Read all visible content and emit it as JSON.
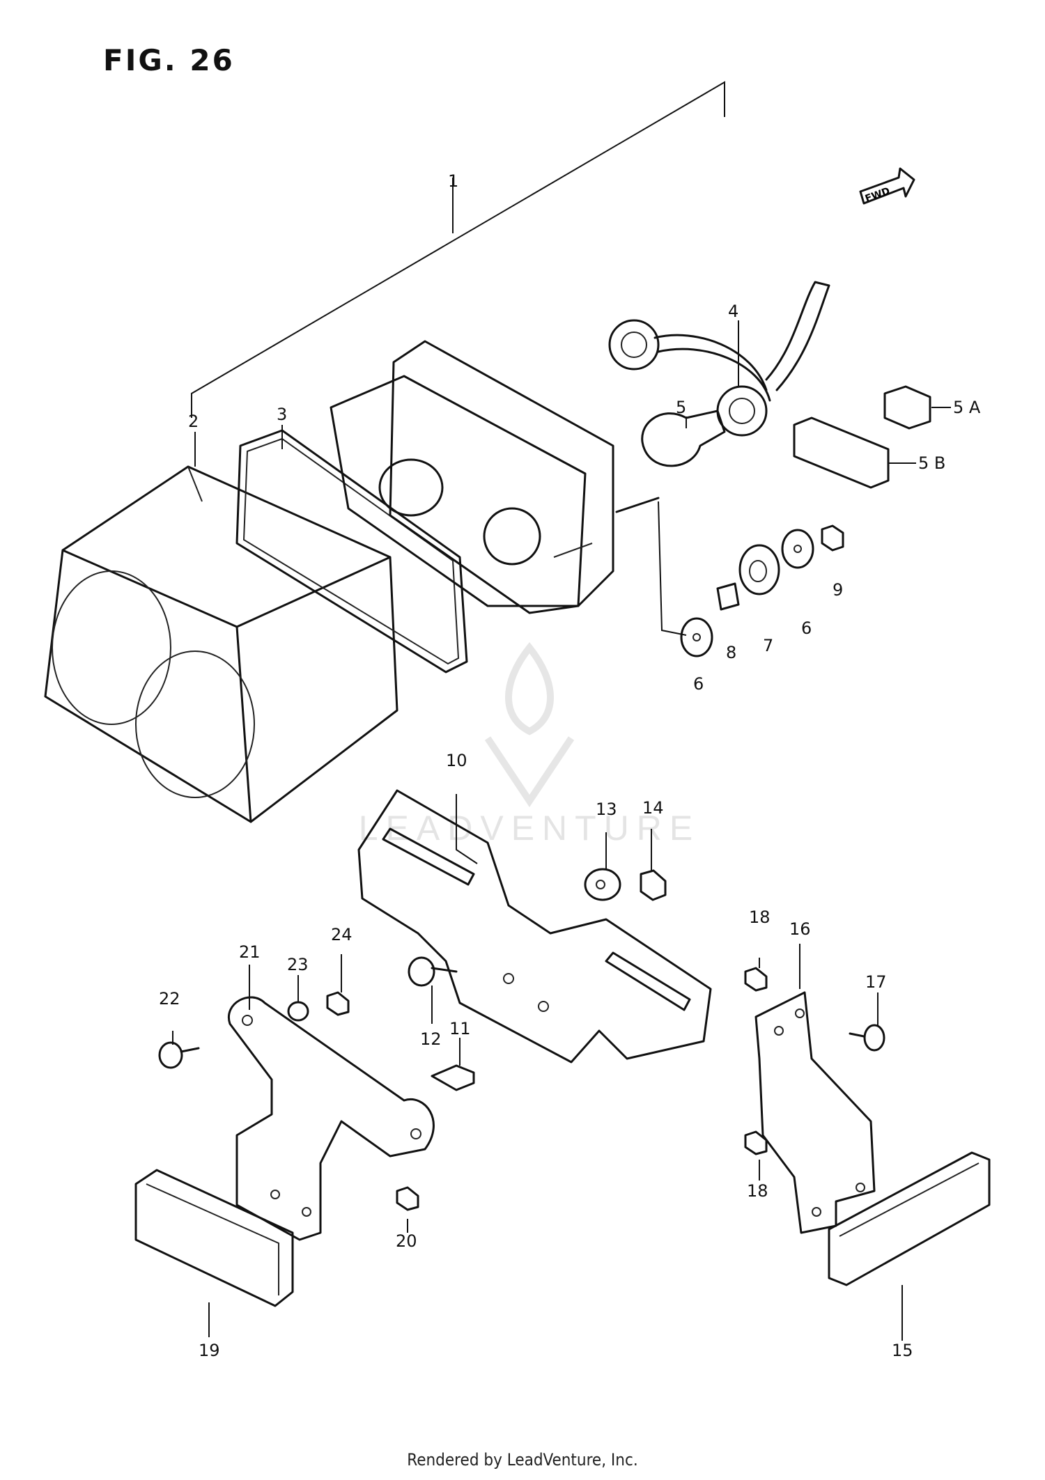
{
  "title": "FIG. 26",
  "direction_marker": "FWD",
  "watermark": "LEADVENTURE",
  "footer": "Rendered by LeadVenture, Inc.",
  "callouts": {
    "c1": "1",
    "c2": "2",
    "c3": "3",
    "c4": "4",
    "c5": "5",
    "c5a": "5 A",
    "c5b": "5 B",
    "c6a": "6",
    "c6b": "6",
    "c7": "7",
    "c8": "8",
    "c9": "9",
    "c10": "10",
    "c11": "11",
    "c12": "12",
    "c13": "13",
    "c14": "14",
    "c15": "15",
    "c16": "16",
    "c17": "17",
    "c18a": "18",
    "c18b": "18",
    "c19": "19",
    "c20": "20",
    "c21": "21",
    "c22": "22",
    "c23": "23",
    "c24": "24"
  }
}
